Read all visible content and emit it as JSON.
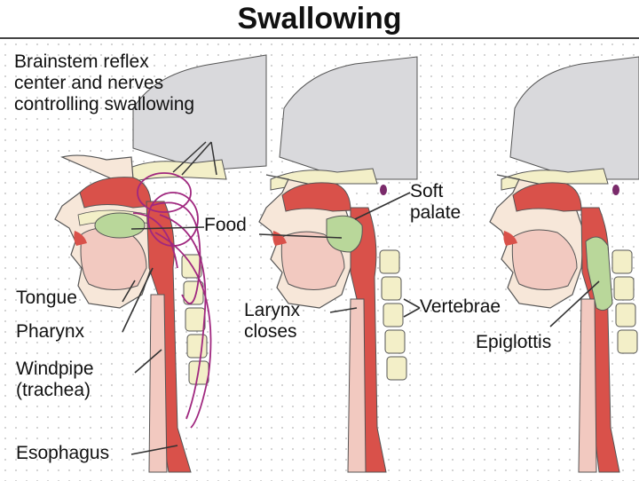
{
  "title": "Swallowing",
  "labels": {
    "brainstem": [
      "Brainstem reflex",
      "center and nerves",
      "controlling swallowing"
    ],
    "food": "Food",
    "soft_palate": [
      "Soft",
      "palate"
    ],
    "tongue": "Tongue",
    "pharynx": "Pharynx",
    "windpipe": [
      "Windpipe",
      "(trachea)"
    ],
    "esophagus": "Esophagus",
    "larynx": [
      "Larynx",
      "closes"
    ],
    "vertebrae": "Vertebrae",
    "epiglottis": "Epiglottis"
  },
  "colors": {
    "tissue_red": "#d9514a",
    "tissue_pink": "#f2c9c0",
    "skin": "#f7e7d9",
    "bone": "#f3efc8",
    "brain_gray": "#d9d9dc",
    "food_green": "#b9d79a",
    "nerve_purple": "#a0277f",
    "outline": "#333333"
  }
}
